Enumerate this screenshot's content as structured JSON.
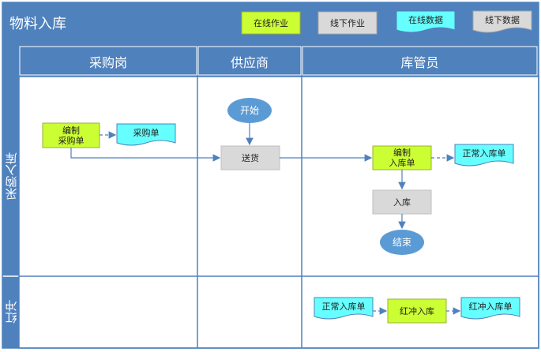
{
  "header": {
    "title": "物料入库",
    "legend": {
      "online_task": "在线作业",
      "offline_task": "线下作业",
      "online_data": "在线数据",
      "offline_data": "线下数据"
    }
  },
  "lanes": {
    "purchasing": "采购岗",
    "supplier": "供应商",
    "warehouse_keeper": "库管员"
  },
  "rows": {
    "purchase_receipt": "采购入库",
    "red_offset": "红冲"
  },
  "nodes": {
    "create_po_line1": "编制",
    "create_po_line2": "采购单",
    "purchase_order_doc": "采购单",
    "start": "开始",
    "deliver": "送货",
    "create_receipt_line1": "编制",
    "create_receipt_line2": "入库单",
    "normal_receipt_doc": "正常入库单",
    "stock_in": "入库",
    "end": "结束",
    "red_src_doc": "正常入库单",
    "red_offset_task": "红冲入库",
    "red_offset_doc": "红冲入库单"
  },
  "colors": {
    "header_blue": "#4f81bd",
    "online_task": "#ccff33",
    "offline_task": "#d9d9d9",
    "online_data": "#66ffff",
    "terminal": "#5b9bd5",
    "connector": "#4f81bd"
  }
}
